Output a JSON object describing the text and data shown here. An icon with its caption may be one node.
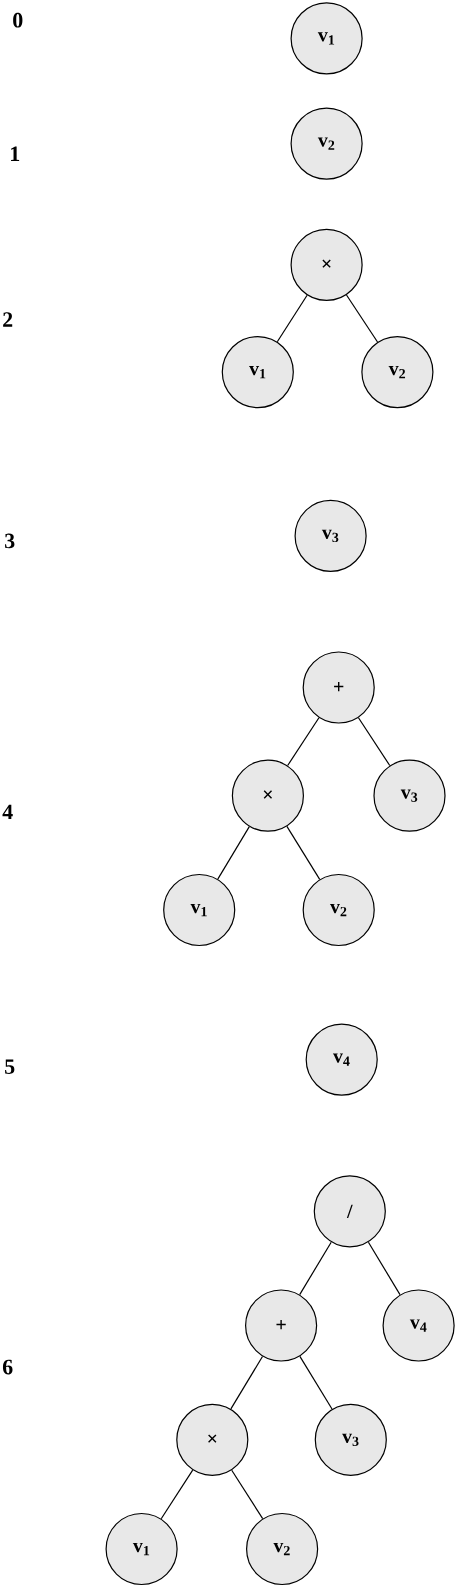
{
  "diagram": {
    "nodes": [
      {
        "text": [
          "v$_{1}$"
        ]
      },
      {
        "text": [
          "v$_{2}$"
        ]
      },
      {
        "text": [
          "×"
        ]
      },
      {
        "text": [
          "v$_{1}$"
        ]
      },
      {
        "text": [
          "v$_{2}$"
        ]
      },
      {
        "text": [
          "v$_{3}$"
        ]
      },
      {
        "text": [
          "+"
        ]
      },
      {
        "text": [
          "×"
        ]
      },
      {
        "text": [
          "v$_{3}$"
        ]
      },
      {
        "text": [
          "v$_{1}$"
        ]
      },
      {
        "text": [
          "v$_{2}$"
        ]
      },
      {
        "text": [
          "v$_{4}$"
        ]
      },
      {
        "text": [
          "/"
        ]
      },
      {
        "text": [
          "+"
        ]
      },
      {
        "text": [
          "v$_{4}$"
        ]
      },
      {
        "text": [
          "×"
        ]
      },
      {
        "text": [
          "v$_{3}$"
        ]
      },
      {
        "text": [
          "v$_{1}$"
        ]
      },
      {
        "text": [
          "v$_{2}$"
        ]
      }
    ],
    "edges": [
      {
        "from": 2,
        "to": 3,
        "arrow": "none"
      },
      {
        "from": 2,
        "to": 4,
        "arrow": "none"
      },
      {
        "from": 6,
        "to": 7,
        "arrow": "none"
      },
      {
        "from": 6,
        "to": 8,
        "arrow": "none"
      },
      {
        "from": 7,
        "to": 9,
        "arrow": "none"
      },
      {
        "from": 7,
        "to": 10,
        "arrow": "none"
      },
      {
        "from": 12,
        "to": 13,
        "arrow": "none"
      },
      {
        "from": 12,
        "to": 14,
        "arrow": "none"
      },
      {
        "from": 13,
        "to": 15,
        "arrow": "none"
      },
      {
        "from": 13,
        "to": 16,
        "arrow": "none"
      },
      {
        "from": 15,
        "to": 17,
        "arrow": "none"
      },
      {
        "from": 15,
        "to": 18,
        "arrow": "none"
      }
    ],
    "labels": [
      "0",
      "1",
      "2",
      "3",
      "4",
      "5",
      "6"
    ]
  }
}
